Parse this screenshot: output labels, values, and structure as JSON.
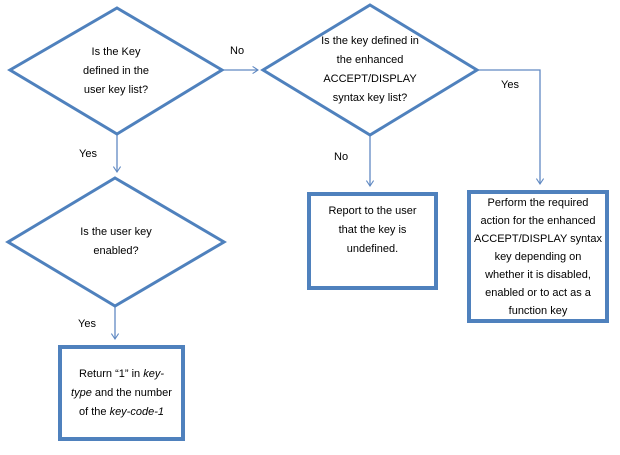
{
  "colors": {
    "shape_border": "#4f81bd",
    "connector": "#6089c2",
    "text": "#000000",
    "background": "#ffffff"
  },
  "flowchart": {
    "decision_user_key": {
      "text": "Is the Key\ndefined in the\nuser key list?"
    },
    "decision_enhanced": {
      "text": "Is the key defined in\nthe enhanced\nACCEPT/DISPLAY\nsyntax key list?"
    },
    "decision_enabled": {
      "text": "Is the user key\nenabled?"
    },
    "process_return": {
      "segments": [
        {
          "text": "Return “1” in ",
          "italic": false
        },
        {
          "text": "key-\ntype",
          "italic": true
        },
        {
          "text": " and the number\nof the ",
          "italic": false
        },
        {
          "text": "key-code-1",
          "italic": true
        }
      ]
    },
    "process_report": {
      "text": "Report to the user\nthat the key is\nundefined."
    },
    "process_perform": {
      "text": "Perform the required\naction for the enhanced\nACCEPT/DISPLAY syntax\nkey depending on\nwhether it is disabled,\nenabled or to act as a\nfunction key"
    },
    "labels": {
      "no_to_enhanced": "No",
      "yes_to_enabled": "Yes",
      "no_to_report": "No",
      "yes_to_return": "Yes",
      "yes_to_perform": "Yes"
    }
  }
}
